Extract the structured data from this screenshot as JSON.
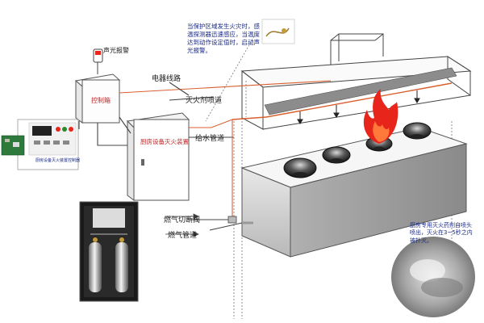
{
  "labels": {
    "alarm": "声光报警",
    "control_box": "控制箱",
    "cable": "电器线路",
    "agent_pipe": "灭火剂喷道",
    "water_pipe": "给水管道",
    "main_unit": "厨房设备灭火装置",
    "gas_valve": "燃气切断阀",
    "gas_pipe": "燃气管道"
  },
  "notes": {
    "sensor": "当保护区域发生火灾时，感温探测器迅速感应，当温度达到动作设定值时，启动声光报警。",
    "nozzle": "厨房专用灭火药剂自喷头喷出，灭火在3~5秒之内被扑灭。"
  },
  "panel": {
    "caption": "厨房设备灭火装置控制器"
  },
  "colors": {
    "cable_line": "#d86030",
    "outline": "#444444",
    "note_text": "#1a2a8a",
    "red_text": "#c0282b",
    "flame": "#e8251b",
    "hood_strip": "#8c8c8c"
  },
  "icons": [
    "alarm-siren-icon",
    "fire-icon",
    "temperature-sensor-icon"
  ]
}
